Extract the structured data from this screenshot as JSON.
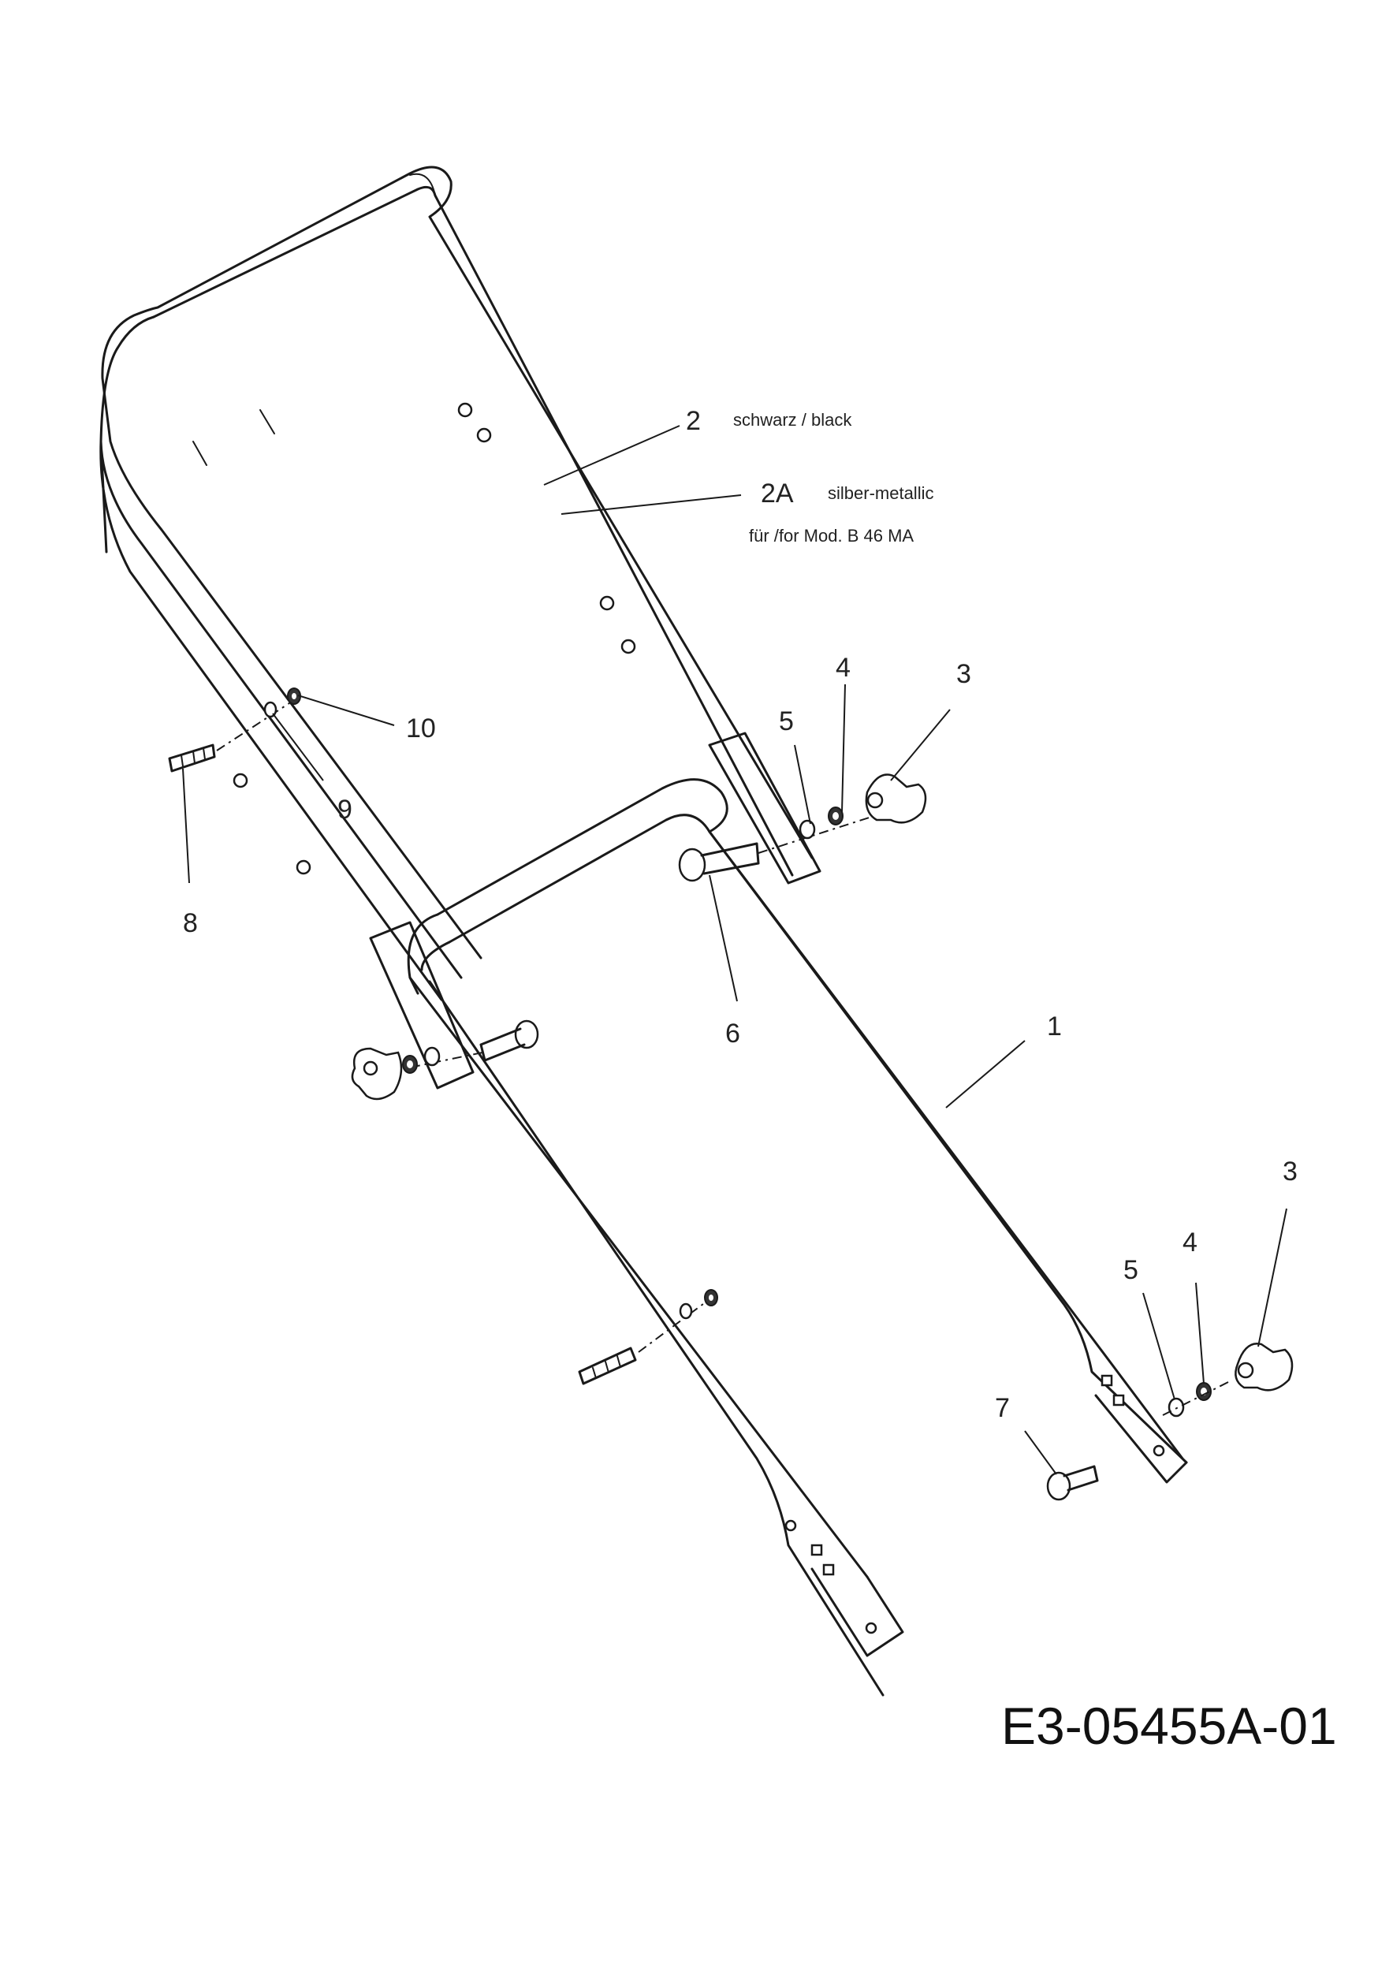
{
  "diagram": {
    "drawing_number": "E3-05455A-01",
    "callouts": {
      "c1": "1",
      "c2": "2",
      "c2a": "2A",
      "c3a": "3",
      "c3b": "3",
      "c4a": "4",
      "c4b": "4",
      "c5a": "5",
      "c5b": "5",
      "c6": "6",
      "c7": "7",
      "c8": "8",
      "c9": "9",
      "c10": "10"
    },
    "notes": {
      "color_2": "schwarz / black",
      "color_2a": "silber-metallic",
      "model_2a": "für /for Mod. B 46 MA"
    }
  }
}
